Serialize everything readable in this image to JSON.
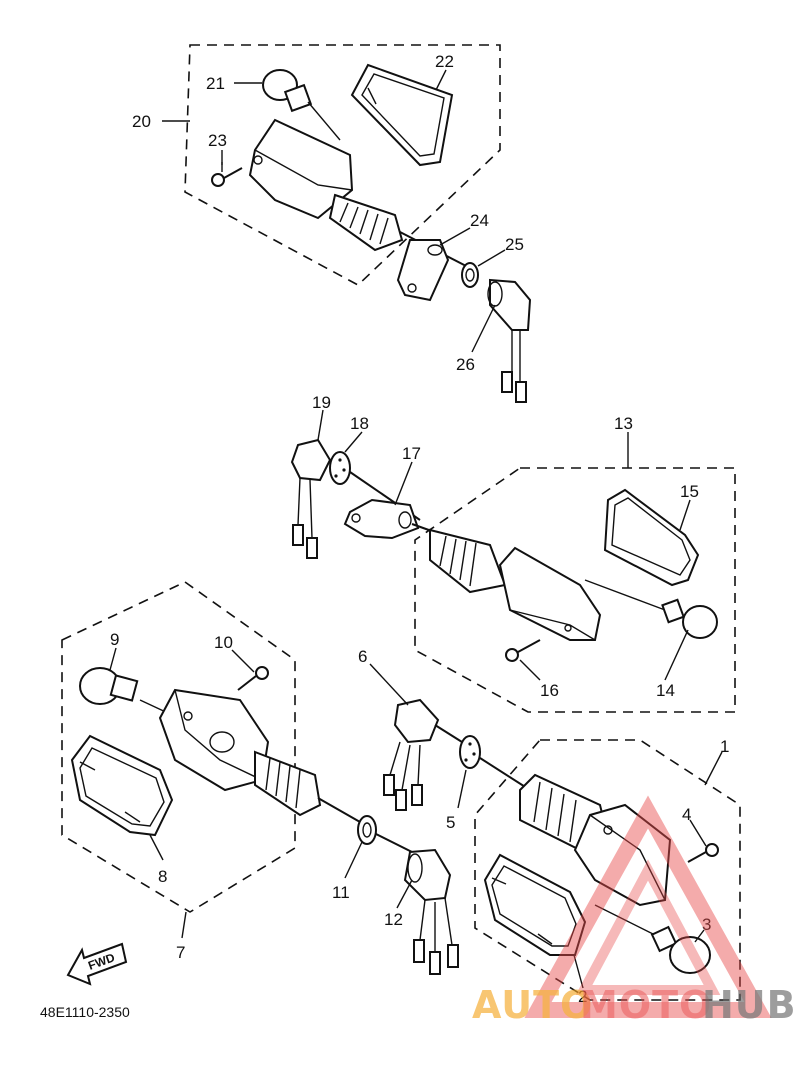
{
  "diagram": {
    "part_labels": {
      "p1": "1",
      "p2": "2",
      "p3": "3",
      "p4": "4",
      "p5": "5",
      "p6": "6",
      "p7": "7",
      "p8": "8",
      "p9": "9",
      "p10": "10",
      "p11": "11",
      "p12": "12",
      "p13": "13",
      "p14": "14",
      "p15": "15",
      "p16": "16",
      "p17": "17",
      "p18": "18",
      "p19": "19",
      "p20": "20",
      "p21": "21",
      "p22": "22",
      "p23": "23",
      "p24": "24",
      "p25": "25",
      "p26": "26"
    },
    "fwd_label": "FWD",
    "catalog_code": "48E1110-2350"
  },
  "watermark": {
    "text_part1": "AUTO",
    "text_part2": "MOTO",
    "text_part3": "HUB",
    "colors": {
      "orange": "#f5a623",
      "red": "#e84a4a",
      "gray": "#666666"
    }
  }
}
